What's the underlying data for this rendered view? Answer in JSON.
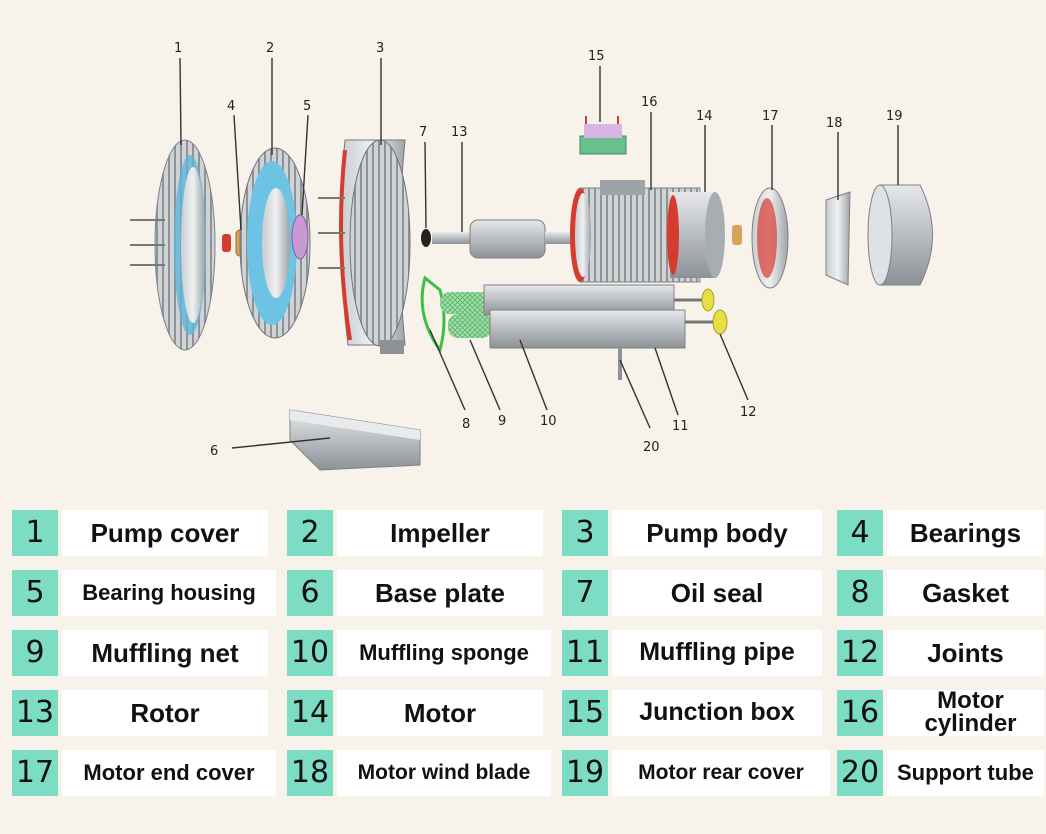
{
  "colors": {
    "background": "#f7f2ea",
    "number_box": "#7ddcc4",
    "label_box": "#ffffff"
  },
  "callouts": [
    "1",
    "2",
    "3",
    "4",
    "5",
    "6",
    "7",
    "8",
    "9",
    "10",
    "11",
    "12",
    "13",
    "14",
    "15",
    "16",
    "17",
    "18",
    "19",
    "20"
  ],
  "legend": [
    {
      "num": "1",
      "label": "Pump cover"
    },
    {
      "num": "2",
      "label": "Impeller"
    },
    {
      "num": "3",
      "label": "Pump body"
    },
    {
      "num": "4",
      "label": "Bearings"
    },
    {
      "num": "5",
      "label": "Bearing housing"
    },
    {
      "num": "6",
      "label": "Base plate"
    },
    {
      "num": "7",
      "label": "Oil seal"
    },
    {
      "num": "8",
      "label": "Gasket"
    },
    {
      "num": "9",
      "label": "Muffling net"
    },
    {
      "num": "10",
      "label": "Muffling sponge"
    },
    {
      "num": "11",
      "label": "Muffling pipe"
    },
    {
      "num": "12",
      "label": "Joints"
    },
    {
      "num": "13",
      "label": "Rotor"
    },
    {
      "num": "14",
      "label": "Motor"
    },
    {
      "num": "15",
      "label": "Junction box"
    },
    {
      "num": "16",
      "label": "Motor cylinder"
    },
    {
      "num": "17",
      "label": "Motor end cover"
    },
    {
      "num": "18",
      "label": "Motor wind blade"
    },
    {
      "num": "19",
      "label": "Motor rear cover"
    },
    {
      "num": "20",
      "label": "Support tube"
    }
  ]
}
